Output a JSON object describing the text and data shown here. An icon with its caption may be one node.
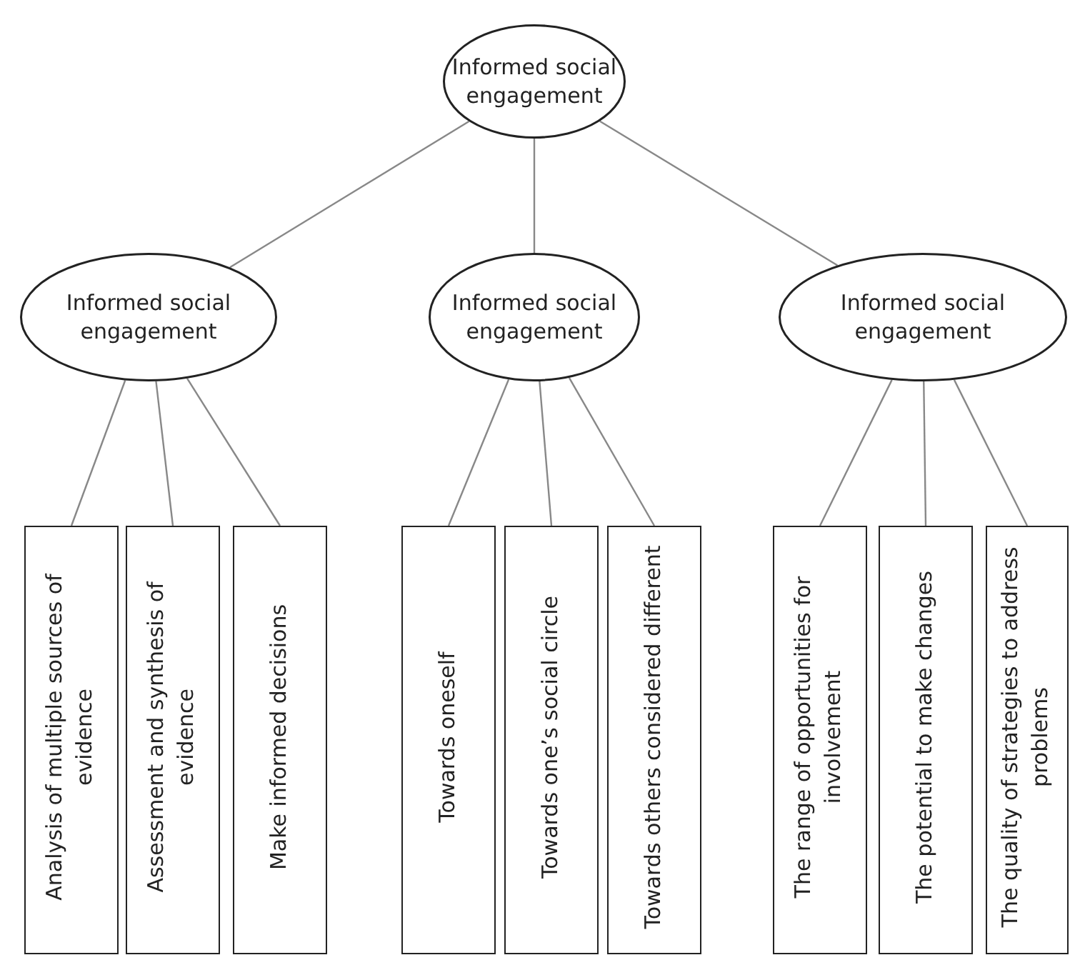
{
  "diagram": {
    "nodes": [
      {
        "text": [
          "Informed social engagement"
        ]
      },
      {
        "text": [
          "Informed social engagement"
        ]
      },
      {
        "text": [
          "Informed social engagement"
        ]
      },
      {
        "text": [
          "Informed social engagement"
        ]
      },
      {
        "text": [
          "Analysis of multiple sources of evidence"
        ]
      },
      {
        "text": [
          "Assessment and synthesis of evidence"
        ]
      },
      {
        "text": [
          "Make informed decisions"
        ]
      },
      {
        "text": [
          "Towards oneself"
        ]
      },
      {
        "text": [
          "Towards one’s social circle"
        ]
      },
      {
        "text": [
          "Towards others considered different"
        ]
      },
      {
        "text": [
          "The range of opportunities for involvement"
        ]
      },
      {
        "text": [
          "The potential to make changes"
        ]
      },
      {
        "text": [
          "The quality of strategies to address problems"
        ]
      }
    ],
    "edges": [
      {
        "from": 0,
        "to": 1,
        "arrow": "none"
      },
      {
        "from": 0,
        "to": 2,
        "arrow": "none"
      },
      {
        "from": 0,
        "to": 3,
        "arrow": "none"
      },
      {
        "from": 1,
        "to": 4,
        "arrow": "none"
      },
      {
        "from": 1,
        "to": 5,
        "arrow": "none"
      },
      {
        "from": 1,
        "to": 6,
        "arrow": "none"
      },
      {
        "from": 2,
        "to": 7,
        "arrow": "none"
      },
      {
        "from": 2,
        "to": 8,
        "arrow": "none"
      },
      {
        "from": 2,
        "to": 9,
        "arrow": "none"
      },
      {
        "from": 3,
        "to": 10,
        "arrow": "none"
      },
      {
        "from": 3,
        "to": 11,
        "arrow": "none"
      },
      {
        "from": 3,
        "to": 12,
        "arrow": "none"
      }
    ]
  }
}
